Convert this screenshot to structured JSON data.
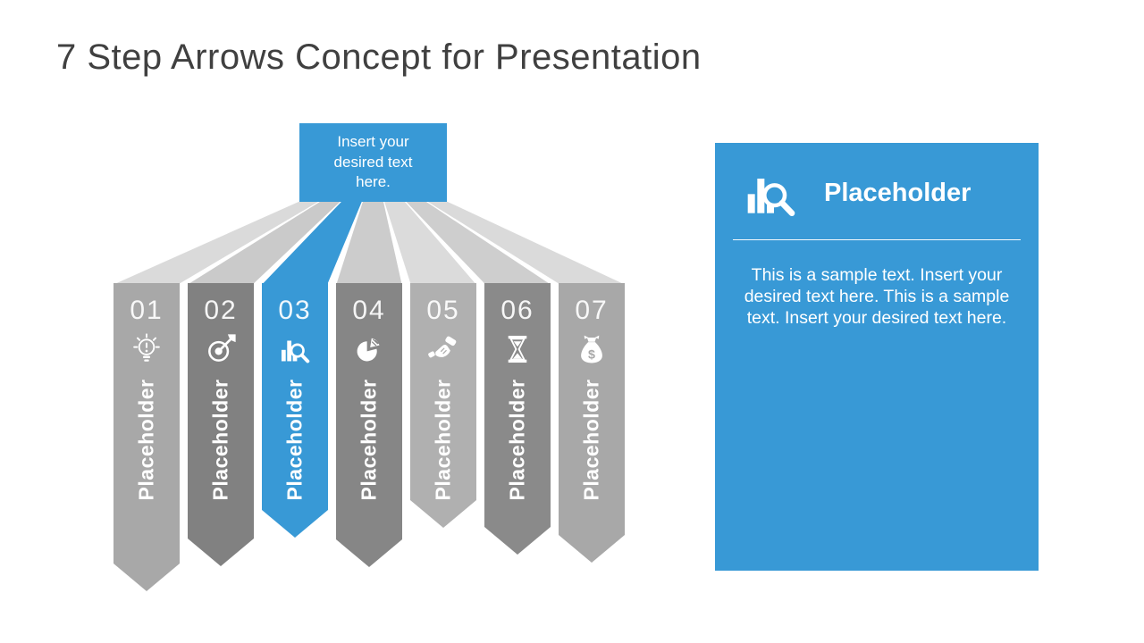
{
  "slide": {
    "title": "7 Step Arrows Concept for Presentation"
  },
  "callout": {
    "text": "Insert your desired text here."
  },
  "steps": [
    {
      "number": "01",
      "label": "Placeholder",
      "icon": "idea-bulb-icon",
      "color": "#a8a8a8",
      "highlighted": false
    },
    {
      "number": "02",
      "label": "Placeholder",
      "icon": "target-dart-icon",
      "color": "#818181",
      "highlighted": false
    },
    {
      "number": "03",
      "label": "Placeholder",
      "icon": "bar-chart-magnifier-icon",
      "color": "#3899d6",
      "highlighted": true
    },
    {
      "number": "04",
      "label": "Placeholder",
      "icon": "pie-chart-icon",
      "color": "#868686",
      "highlighted": false
    },
    {
      "number": "05",
      "label": "Placeholder",
      "icon": "handshake-icon",
      "color": "#b0b0b0",
      "highlighted": false
    },
    {
      "number": "06",
      "label": "Placeholder",
      "icon": "hourglass-icon",
      "color": "#8a8a8a",
      "highlighted": false
    },
    {
      "number": "07",
      "label": "Placeholder",
      "icon": "money-bag-icon",
      "color": "#a8a8a8",
      "highlighted": false
    }
  ],
  "panel": {
    "title": "Placeholder",
    "icon": "bar-chart-magnifier-icon",
    "body": "This is a sample text. Insert your desired text here. This is a sample text. Insert your desired text here.",
    "color": "#3899d6"
  },
  "icons": {
    "money_glyph": "$"
  },
  "colors": {
    "accent_blue": "#3899d6",
    "title_text": "#404040",
    "background": "#ffffff"
  }
}
